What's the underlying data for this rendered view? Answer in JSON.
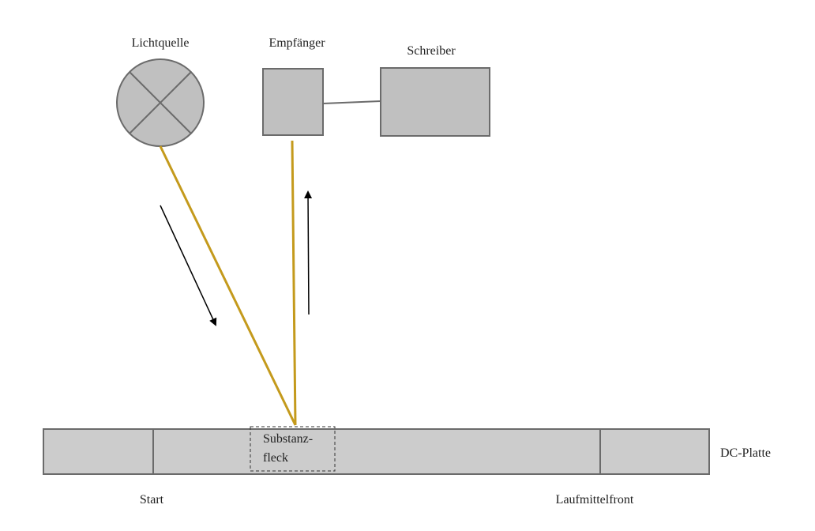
{
  "labels": {
    "light_source": "Lichtquelle",
    "receiver": "Empfänger",
    "recorder": "Schreiber",
    "spot_line1": "Substanz-",
    "spot_line2": "fleck",
    "plate": "DC-Platte",
    "start": "Start",
    "solvent_front": "Laufmittelfront"
  },
  "colors": {
    "component_fill": "#c0c0c0",
    "component_stroke": "#6b6b6b",
    "plate_fill": "#cccccc",
    "beam": "#c49a1c",
    "arrow": "#000000"
  }
}
